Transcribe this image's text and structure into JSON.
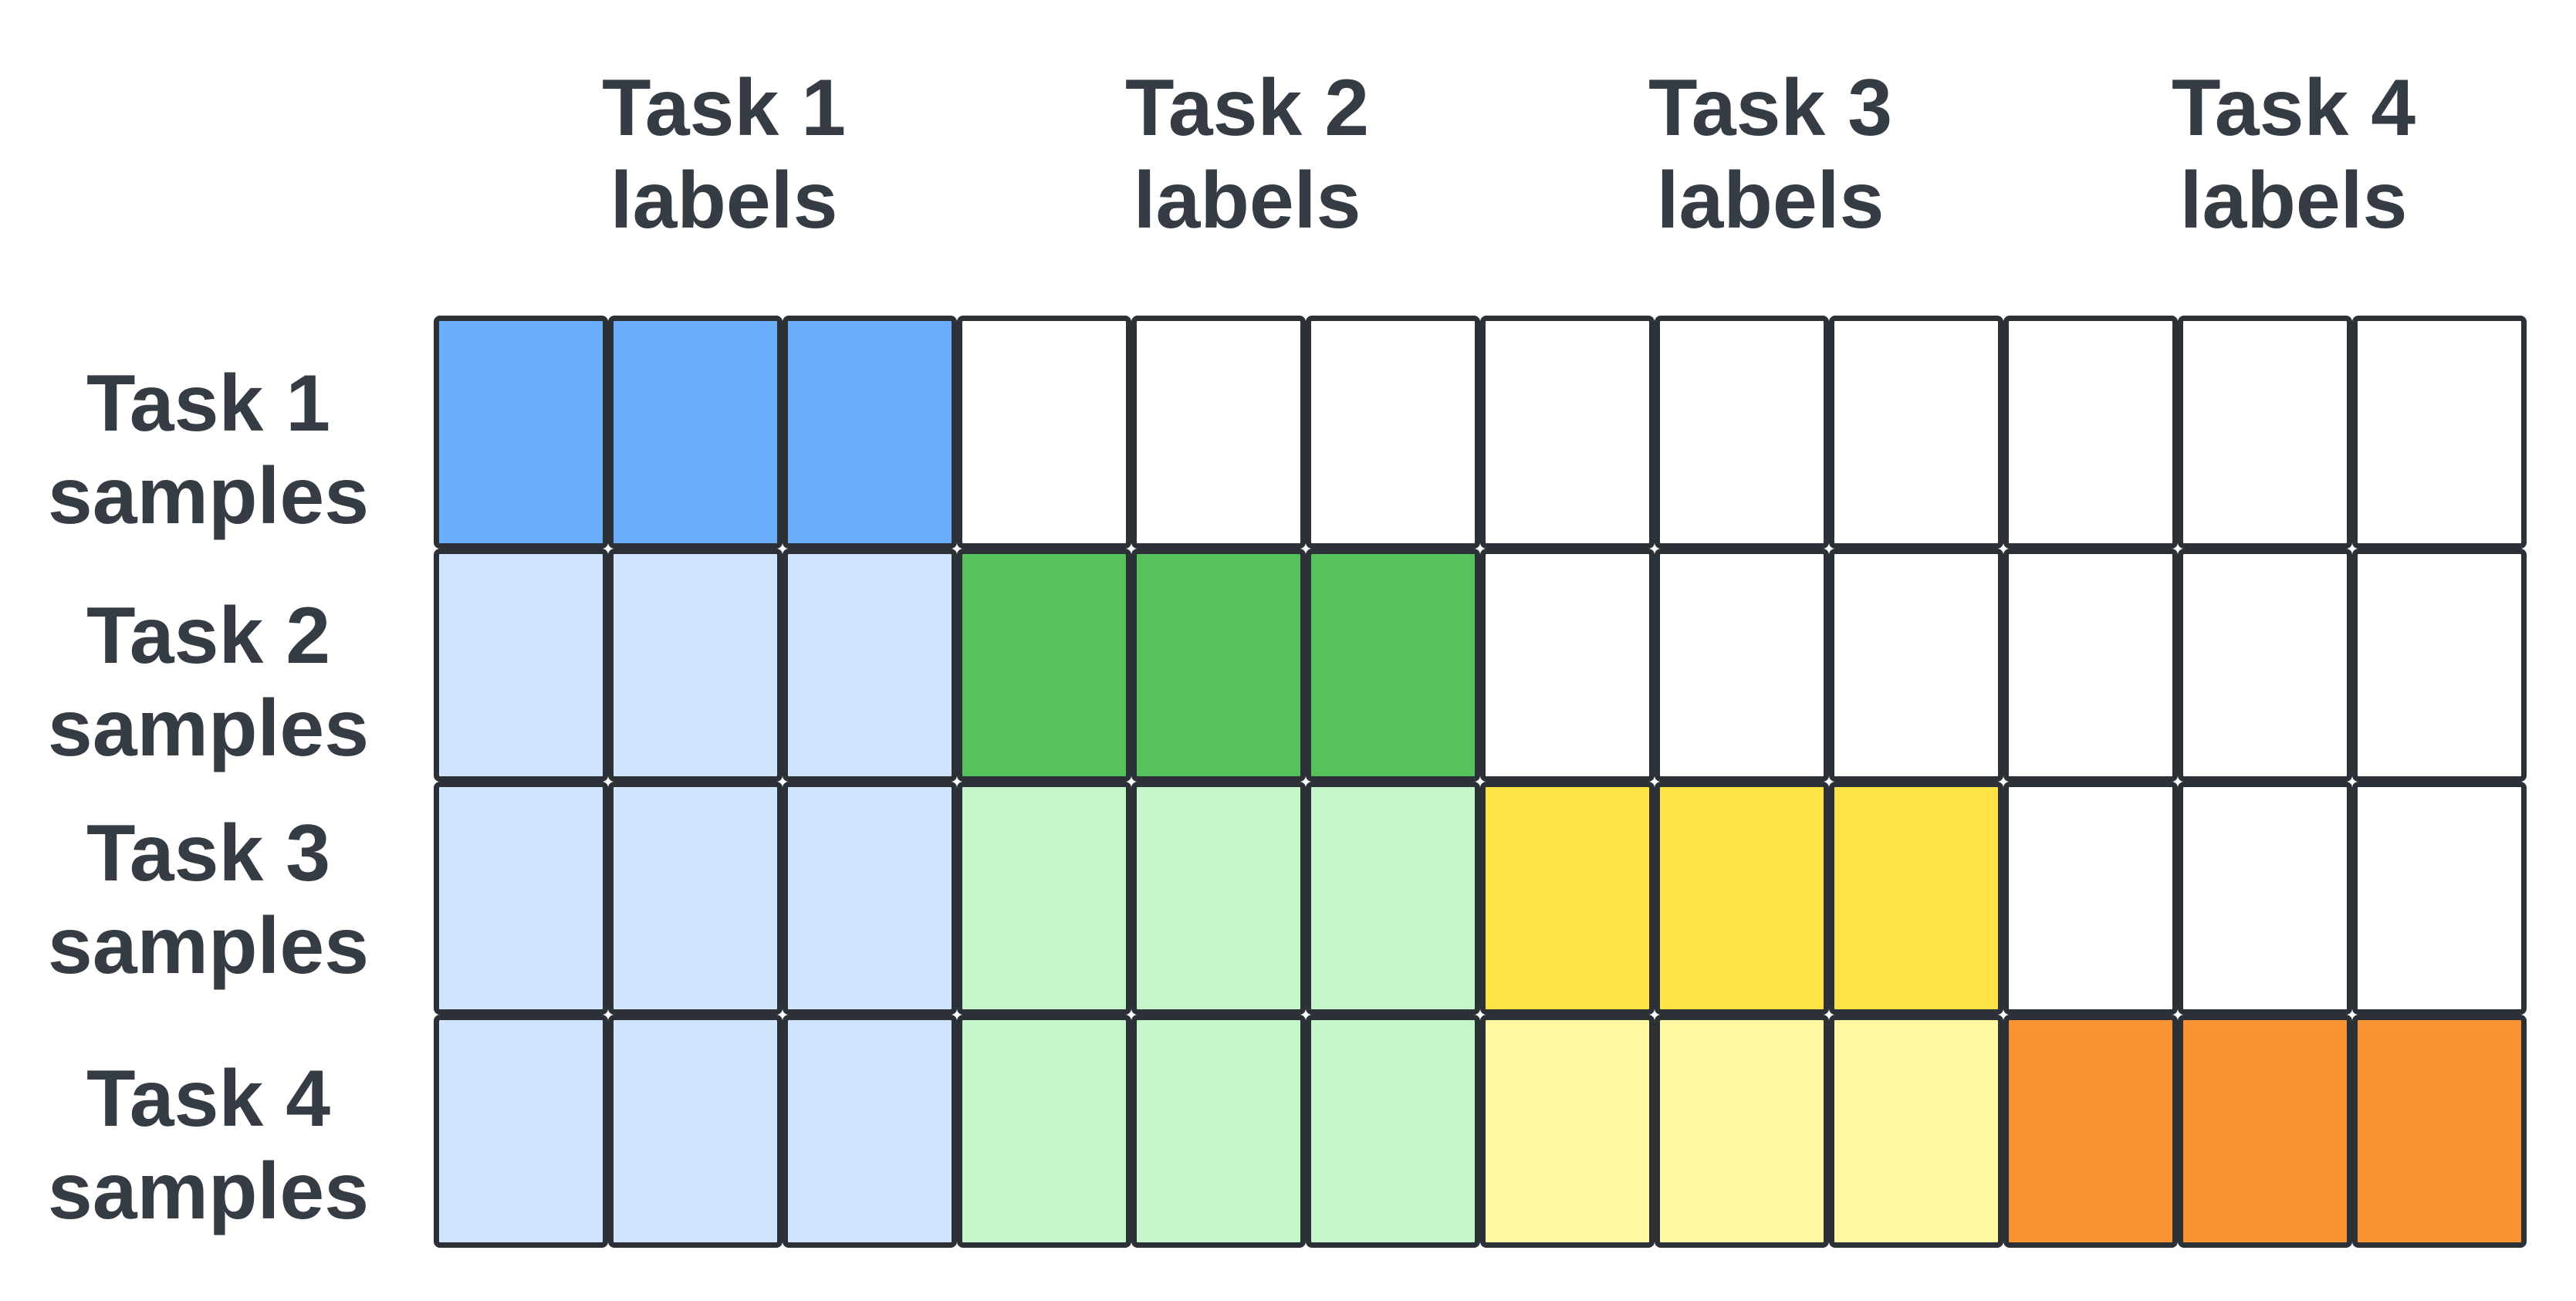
{
  "column_labels": [
    {
      "line1": "Task 1",
      "line2": "labels"
    },
    {
      "line1": "Task 2",
      "line2": "labels"
    },
    {
      "line1": "Task 3",
      "line2": "labels"
    },
    {
      "line1": "Task 4",
      "line2": "labels"
    }
  ],
  "row_labels": [
    {
      "line1": "Task 1",
      "line2": "samples"
    },
    {
      "line1": "Task 2",
      "line2": "samples"
    },
    {
      "line1": "Task 3",
      "line2": "samples"
    },
    {
      "line1": "Task 4",
      "line2": "samples"
    }
  ],
  "grid": {
    "rows": 4,
    "columns_per_task": 3,
    "tasks": 4
  },
  "colors": {
    "empty": "#ffffff",
    "border": "#2c3137",
    "text": "#363c44",
    "current": [
      "#6aadfb",
      "#55c25e",
      "#fee346",
      "#fa9433"
    ],
    "past": [
      "#d0e4fe",
      "#c4f6c9",
      "#fef8a2",
      "#fa9433"
    ]
  }
}
